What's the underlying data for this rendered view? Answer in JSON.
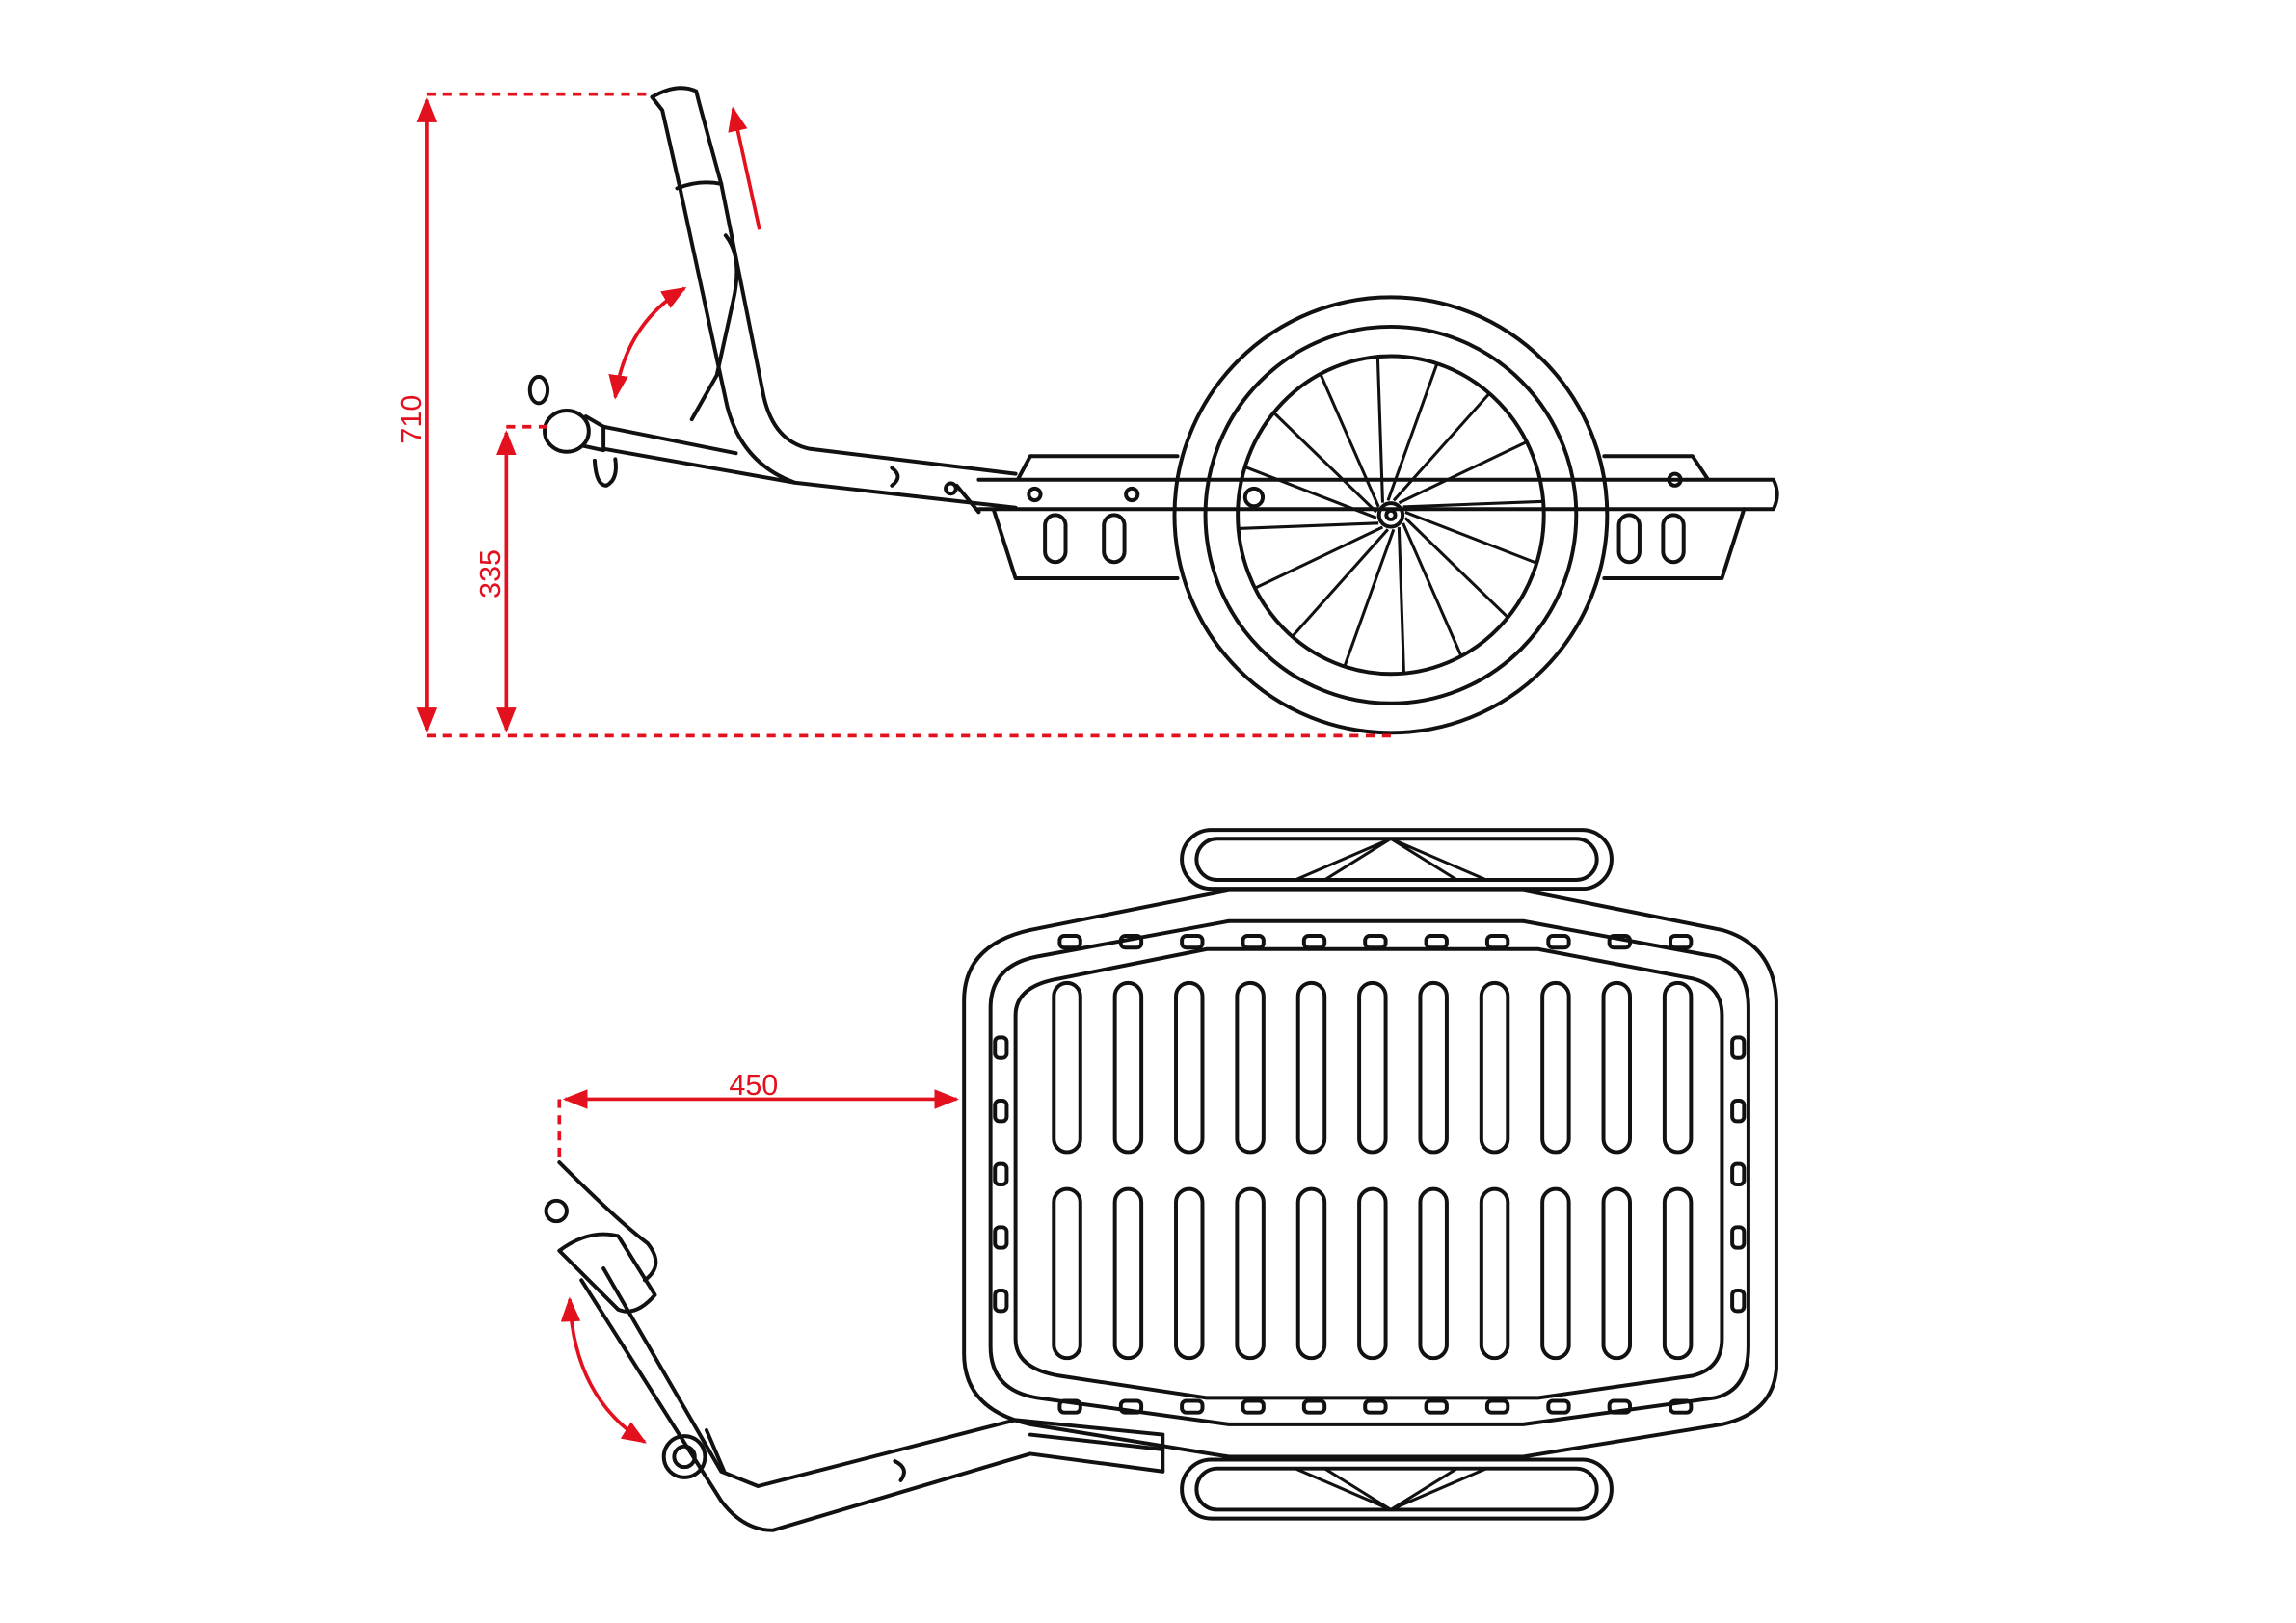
{
  "dimensions": {
    "total_height": "710",
    "hitch_height": "335",
    "hitch_to_frame": "450"
  },
  "colors": {
    "dimension": "#e3101e",
    "line": "#111111"
  }
}
